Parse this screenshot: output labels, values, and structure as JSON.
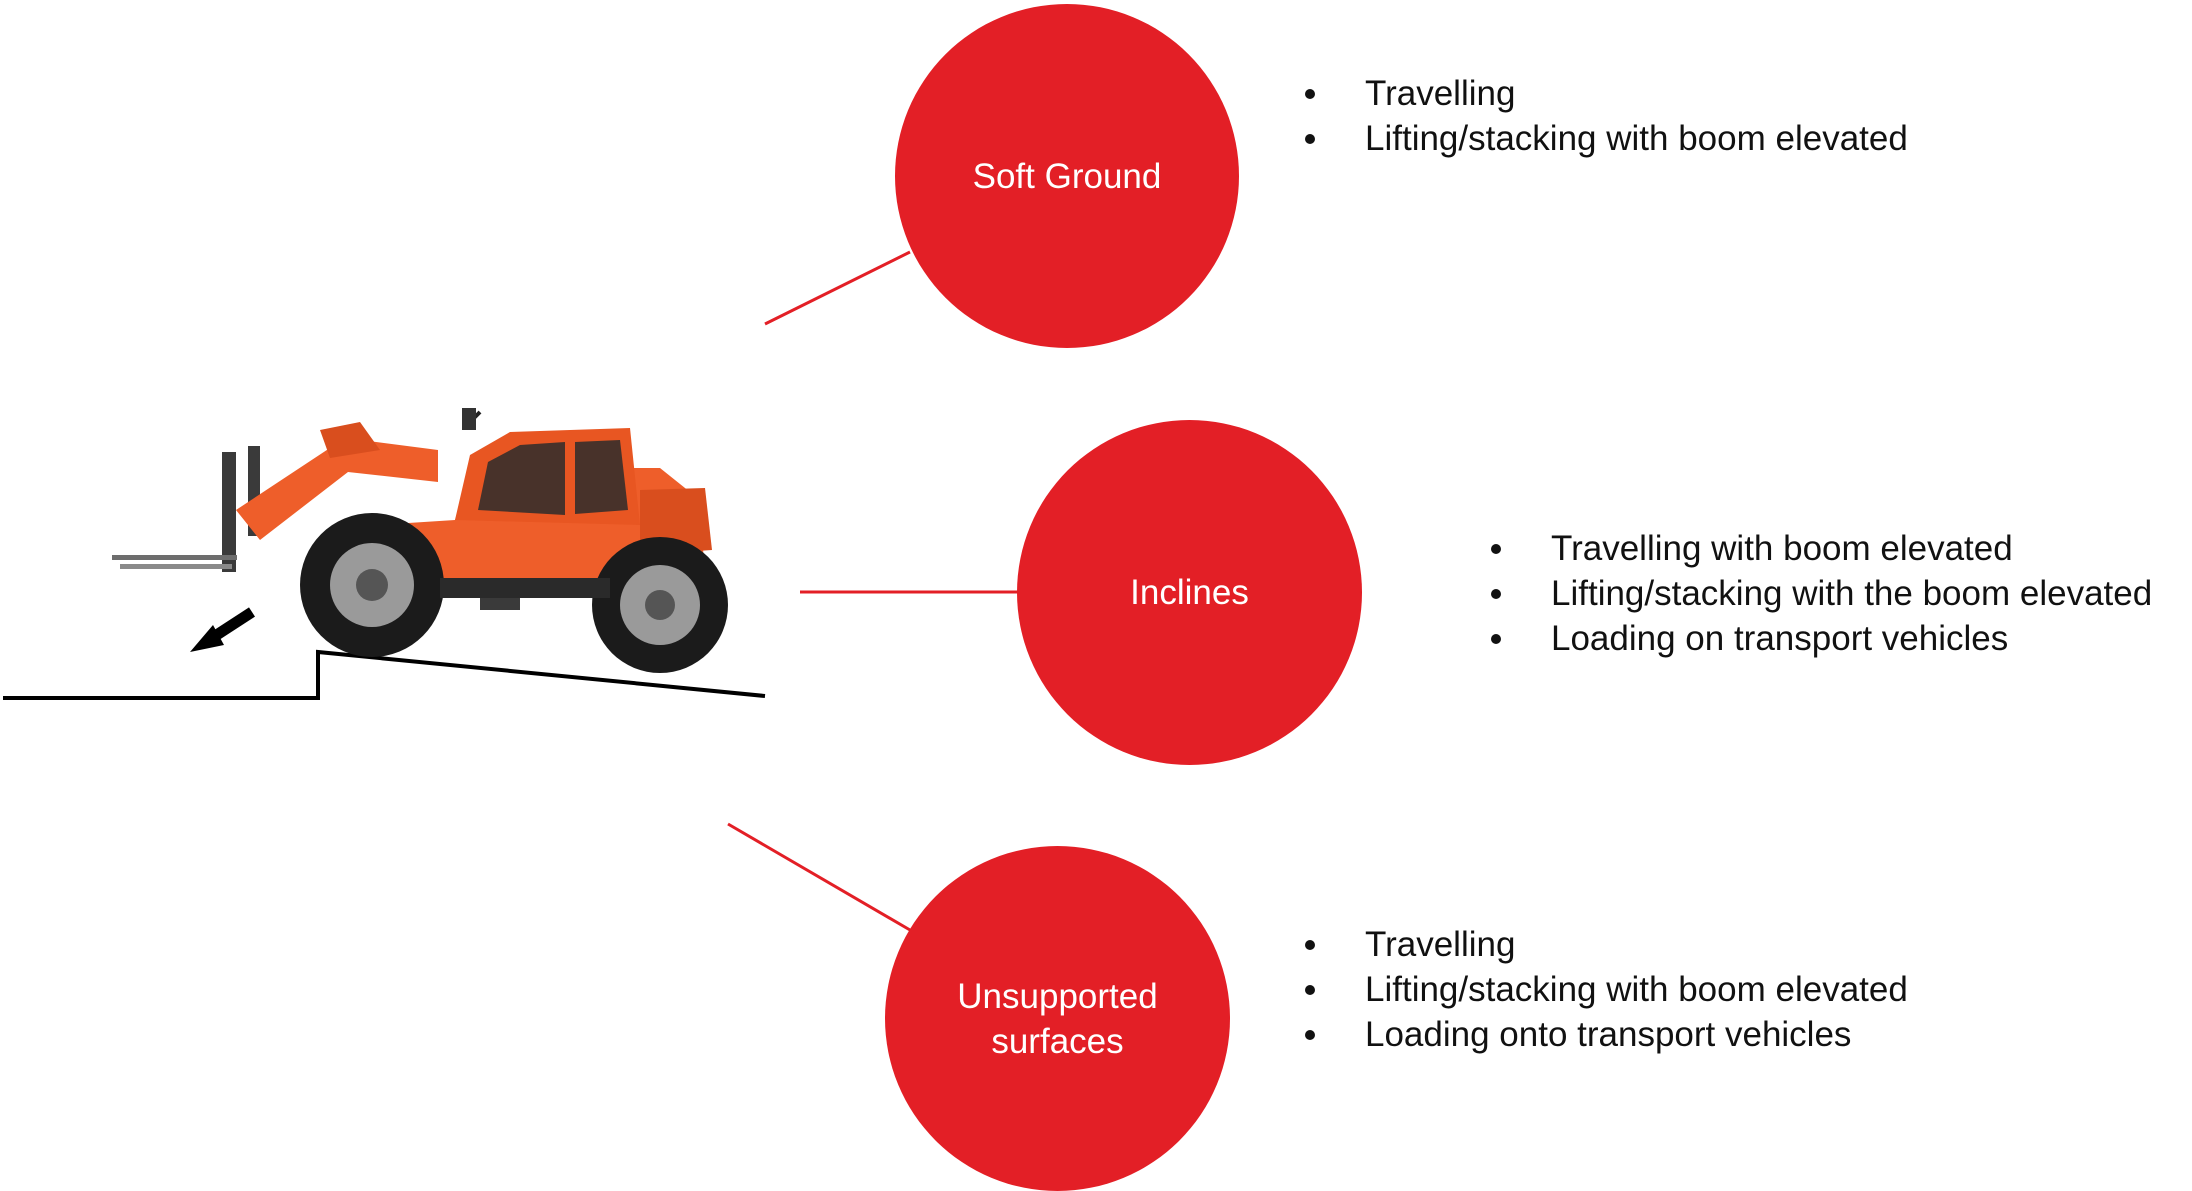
{
  "colors": {
    "accent": "#E31F26",
    "circle_text": "#ffffff",
    "text": "#111111",
    "ground_line": "#000000"
  },
  "hazards": [
    {
      "label": "Soft Ground",
      "label_lines": [
        "Soft Ground"
      ],
      "items": [
        "Travelling",
        "Lifting/stacking with boom elevated"
      ]
    },
    {
      "label": "Inclines",
      "label_lines": [
        "Inclines"
      ],
      "items": [
        "Travelling with boom elevated",
        "Lifting/stacking with the boom elevated",
        "Loading on transport vehicles"
      ]
    },
    {
      "label": "Unsupported surfaces",
      "label_lines": [
        "Unsupported",
        "surfaces"
      ],
      "items": [
        "Travelling",
        "Lifting/stacking with boom elevated",
        "Loading onto transport vehicles"
      ]
    }
  ],
  "illustration": {
    "icon": "telehandler-icon",
    "ground": "slope-step-line",
    "arrow": "arrow-down-left-icon"
  }
}
